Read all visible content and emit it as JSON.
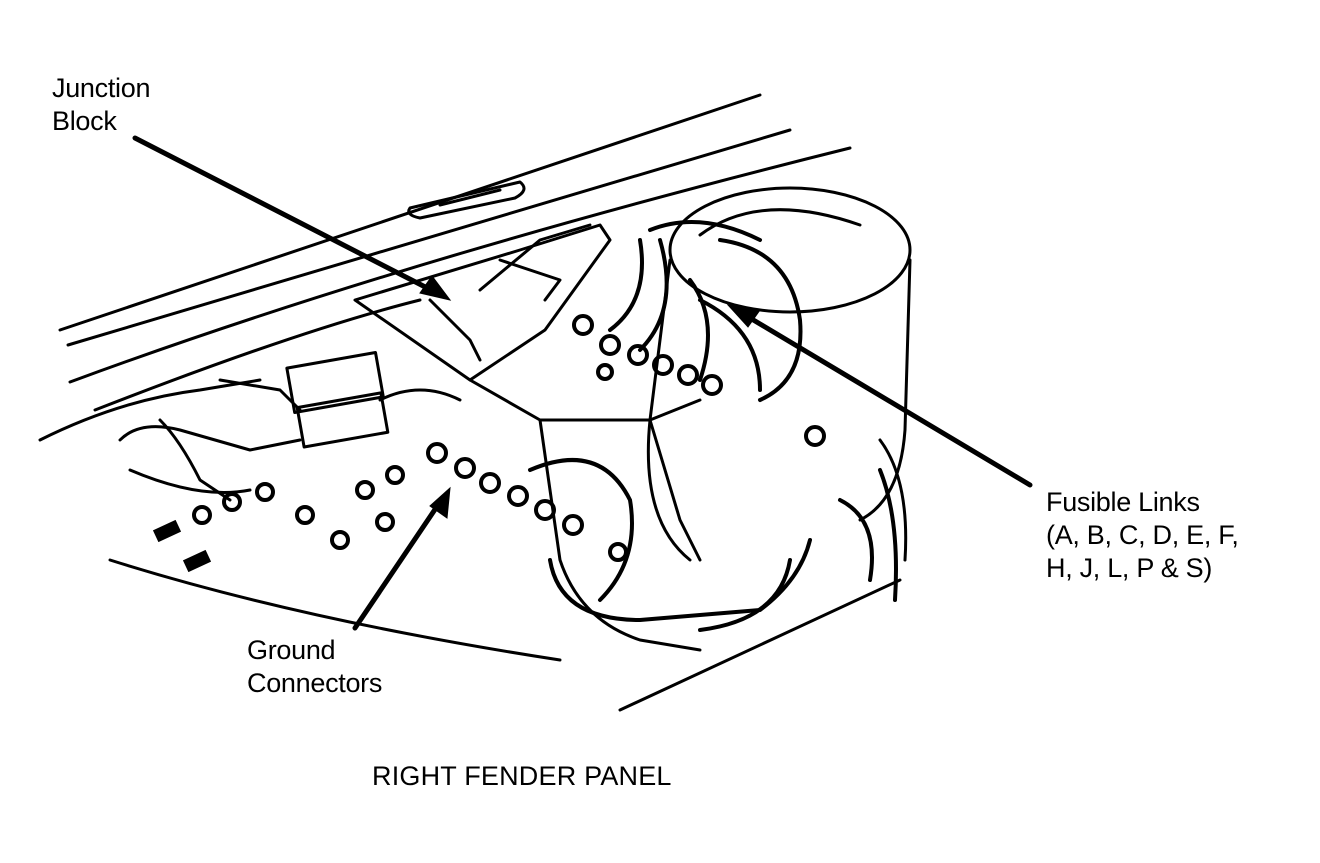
{
  "labels": {
    "junction_block": [
      "Junction",
      "Block"
    ],
    "fusible_links": [
      "Fusible Links",
      "(A, B, C, D, E, F,",
      "H, J, L, P & S)"
    ],
    "ground_connectors": [
      "Ground",
      "Connectors"
    ],
    "caption": "RIGHT FENDER PANEL"
  },
  "colors": {
    "ink": "#000000",
    "paper": "#ffffff"
  }
}
